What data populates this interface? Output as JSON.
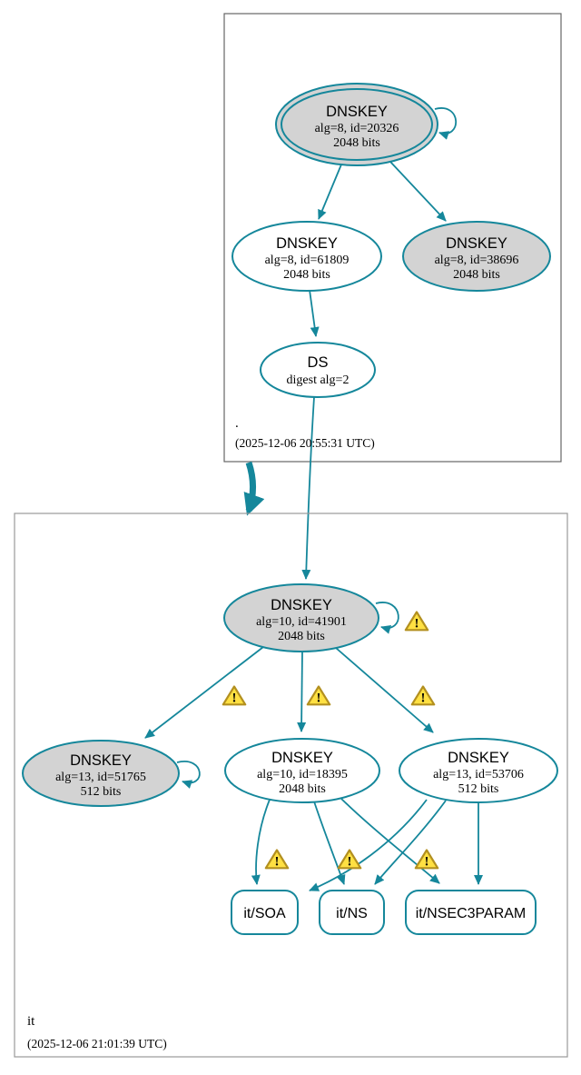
{
  "diagram": {
    "root_zone": {
      "label": ".",
      "timestamp": "(2025-12-06 20:55:31 UTC)",
      "ksk_20326": {
        "title": "DNSKEY",
        "alg": "alg=8, id=20326",
        "bits": "2048 bits"
      },
      "zsk_61809": {
        "title": "DNSKEY",
        "alg": "alg=8, id=61809",
        "bits": "2048 bits"
      },
      "ksk_38696": {
        "title": "DNSKEY",
        "alg": "alg=8, id=38696",
        "bits": "2048 bits"
      },
      "ds": {
        "title": "DS",
        "digest": "digest alg=2"
      }
    },
    "it_zone": {
      "label": "it",
      "timestamp": "(2025-12-06 21:01:39 UTC)",
      "ksk_41901": {
        "title": "DNSKEY",
        "alg": "alg=10, id=41901",
        "bits": "2048 bits"
      },
      "key_51765": {
        "title": "DNSKEY",
        "alg": "alg=13, id=51765",
        "bits": "512 bits"
      },
      "key_18395": {
        "title": "DNSKEY",
        "alg": "alg=10, id=18395",
        "bits": "2048 bits"
      },
      "key_53706": {
        "title": "DNSKEY",
        "alg": "alg=13, id=53706",
        "bits": "512 bits"
      },
      "rrset_soa": "it/SOA",
      "rrset_ns": "it/NS",
      "rrset_nsec3param": "it/NSEC3PARAM"
    },
    "icons": {
      "warning_glyph": "!"
    },
    "colors": {
      "edge_teal": "#15879b",
      "sep_key_fill": "#d3d3d3",
      "node_fill": "#ffffff",
      "warning_fill": "#ffe042",
      "warning_border": "#b3901f",
      "root_box_border": "#666666",
      "it_box_border": "#999999"
    }
  }
}
